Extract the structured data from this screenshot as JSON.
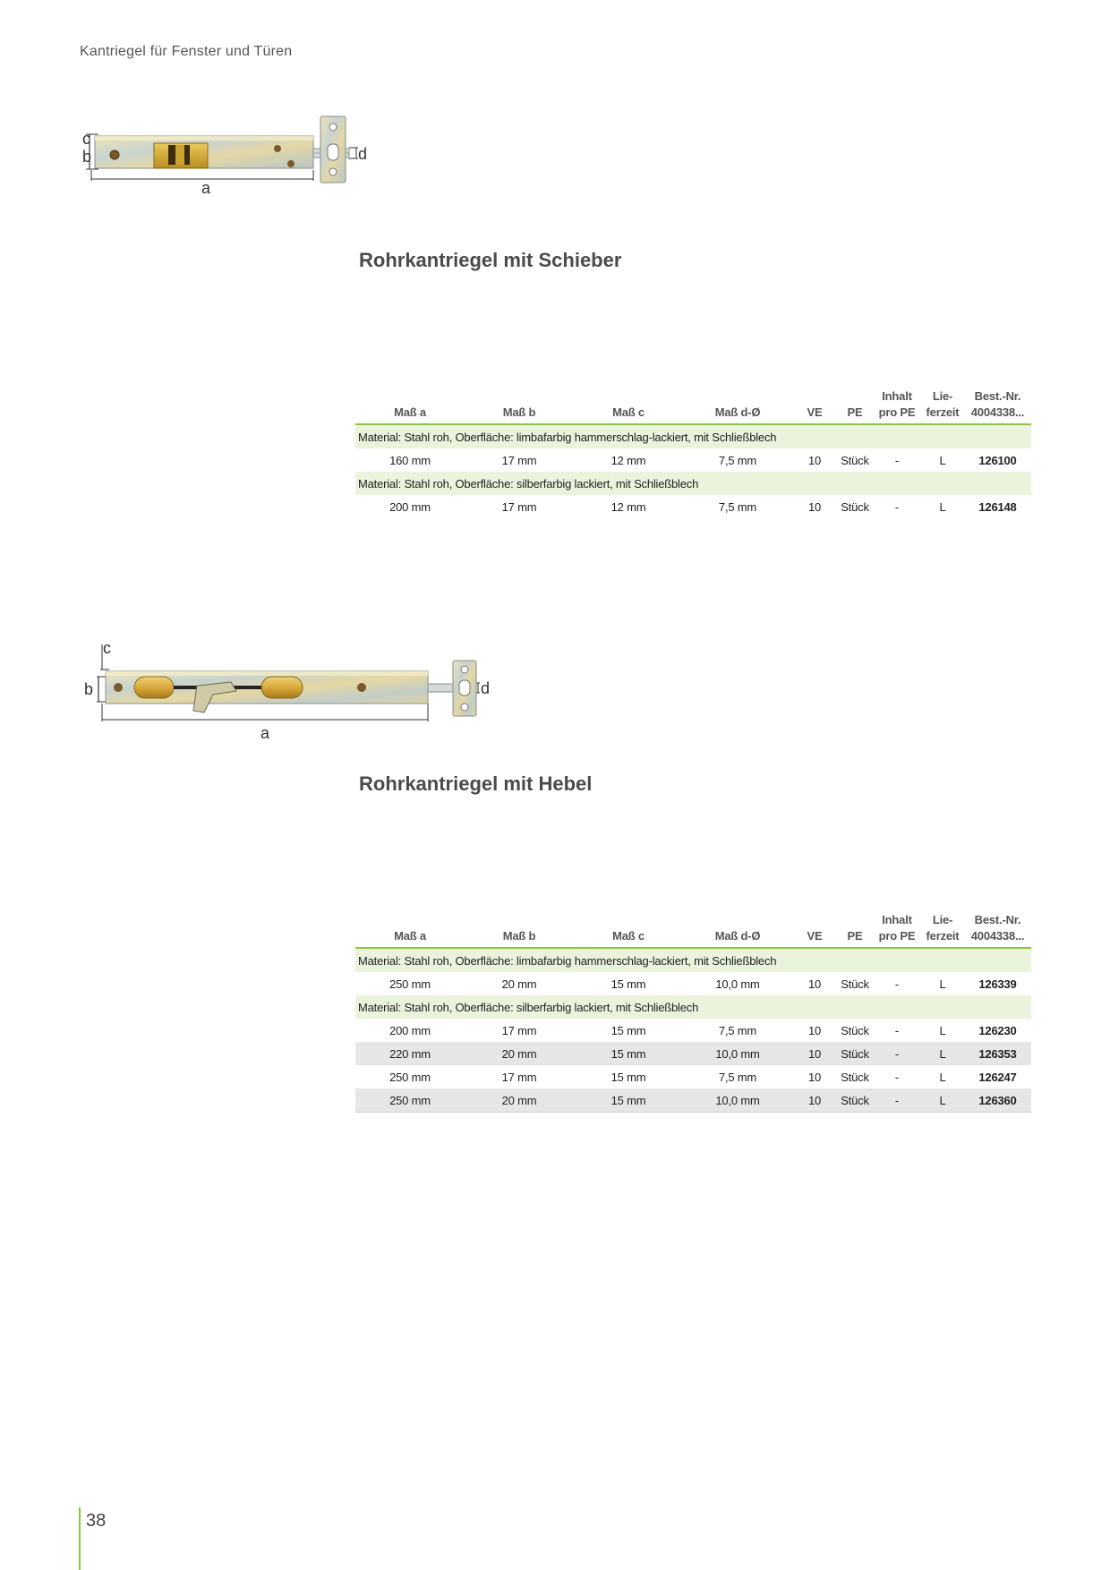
{
  "running_head": "Kantriegel für Fenster und Türen",
  "page_number": "38",
  "columns": {
    "a": "Maß a",
    "b": "Maß b",
    "c": "Maß c",
    "d": "Maß d-Ø",
    "ve": "VE",
    "pe": "PE",
    "inhalt_1": "Inhalt",
    "inhalt_2": "pro PE",
    "lief_1": "Lie-",
    "lief_2": "ferzeit",
    "best_1": "Best.-Nr.",
    "best_2": "4004338..."
  },
  "figure_labels": {
    "a": "a",
    "b": "b",
    "c": "c",
    "d": "d"
  },
  "products": [
    {
      "title": "Rohrkantriegel mit Schieber",
      "groups": [
        {
          "material": "Material: Stahl roh, Oberfläche: limbafarbig hammerschlag-lackiert, mit Schließblech",
          "rows": [
            {
              "a": "160 mm",
              "b": "17 mm",
              "c": "12 mm",
              "d": "7,5 mm",
              "ve": "10",
              "pe": "Stück",
              "inhalt": "-",
              "lief": "L",
              "best": "126100"
            }
          ]
        },
        {
          "material": "Material: Stahl roh, Oberfläche: silberfarbig lackiert, mit Schließblech",
          "rows": [
            {
              "a": "200 mm",
              "b": "17 mm",
              "c": "12 mm",
              "d": "7,5 mm",
              "ve": "10",
              "pe": "Stück",
              "inhalt": "-",
              "lief": "L",
              "best": "126148"
            }
          ]
        }
      ]
    },
    {
      "title": "Rohrkantriegel mit Hebel",
      "groups": [
        {
          "material": "Material: Stahl roh, Oberfläche: limbafarbig hammerschlag-lackiert, mit Schließblech",
          "rows": [
            {
              "a": "250 mm",
              "b": "20 mm",
              "c": "15 mm",
              "d": "10,0 mm",
              "ve": "10",
              "pe": "Stück",
              "inhalt": "-",
              "lief": "L",
              "best": "126339"
            }
          ]
        },
        {
          "material": "Material: Stahl roh, Oberfläche: silberfarbig lackiert, mit Schließblech",
          "rows": [
            {
              "a": "200 mm",
              "b": "17 mm",
              "c": "15 mm",
              "d": "7,5 mm",
              "ve": "10",
              "pe": "Stück",
              "inhalt": "-",
              "lief": "L",
              "best": "126230"
            },
            {
              "a": "220 mm",
              "b": "20 mm",
              "c": "15 mm",
              "d": "10,0 mm",
              "ve": "10",
              "pe": "Stück",
              "inhalt": "-",
              "lief": "L",
              "best": "126353"
            },
            {
              "a": "250 mm",
              "b": "17 mm",
              "c": "15 mm",
              "d": "7,5 mm",
              "ve": "10",
              "pe": "Stück",
              "inhalt": "-",
              "lief": "L",
              "best": "126247"
            },
            {
              "a": "250 mm",
              "b": "20 mm",
              "c": "15 mm",
              "d": "10,0 mm",
              "ve": "10",
              "pe": "Stück",
              "inhalt": "-",
              "lief": "L",
              "best": "126360"
            }
          ]
        }
      ]
    }
  ]
}
